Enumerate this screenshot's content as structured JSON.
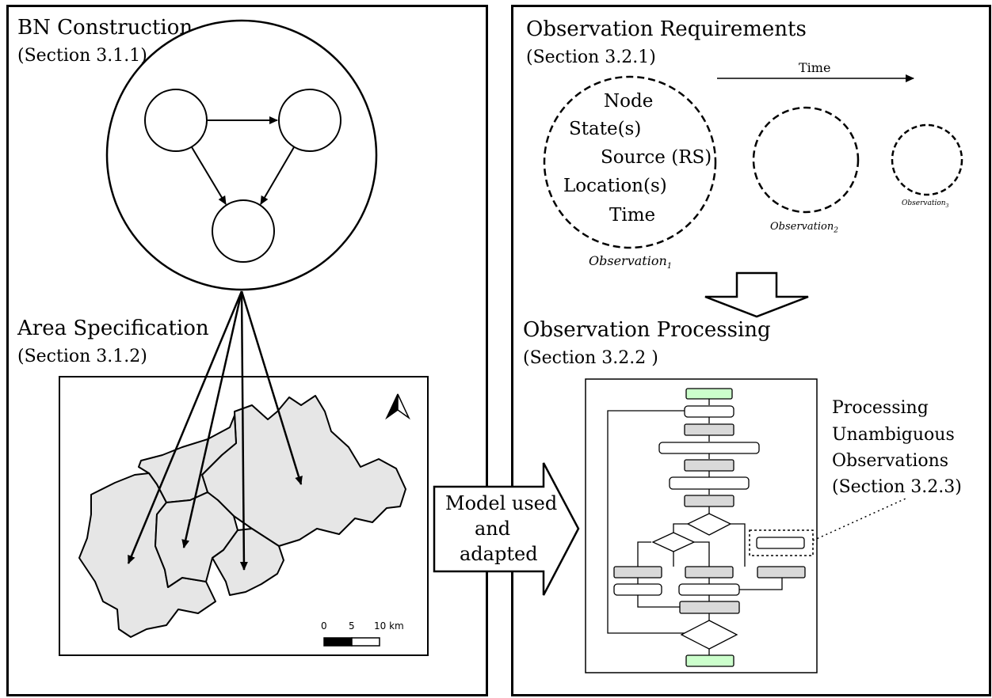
{
  "left": {
    "bn_title": "BN Construction",
    "bn_section": "(Section 3.1.1)",
    "area_title": "Area Specification",
    "area_section": "(Section 3.1.2)",
    "scale_ticks": [
      "0",
      "5",
      "10 km"
    ]
  },
  "arrow_label_lines": [
    "Model used",
    "and",
    "adapted"
  ],
  "right": {
    "req_title": "Observation Requirements",
    "req_section": "(Section 3.2.1)",
    "time_label": "Time",
    "obs1_fields": [
      "Node",
      "State(s)",
      "Source (RS)",
      "Location(s)",
      "Time"
    ],
    "obs1_label": "Observation",
    "obs1_sub": "1",
    "obs2_label": "Observation",
    "obs2_sub": "2",
    "obs3_label": "Observation",
    "obs3_sub": "3",
    "proc_title": "Observation Processing",
    "proc_section": "(Section 3.2.2 )",
    "callout_lines": [
      "Processing",
      "Unambiguous",
      "Observations",
      "(Section 3.2.3)"
    ]
  },
  "colors": {
    "map_fill": "#e6e6e6",
    "flow_gray": "#d9d9d9",
    "flow_green": "#ccffcc"
  }
}
